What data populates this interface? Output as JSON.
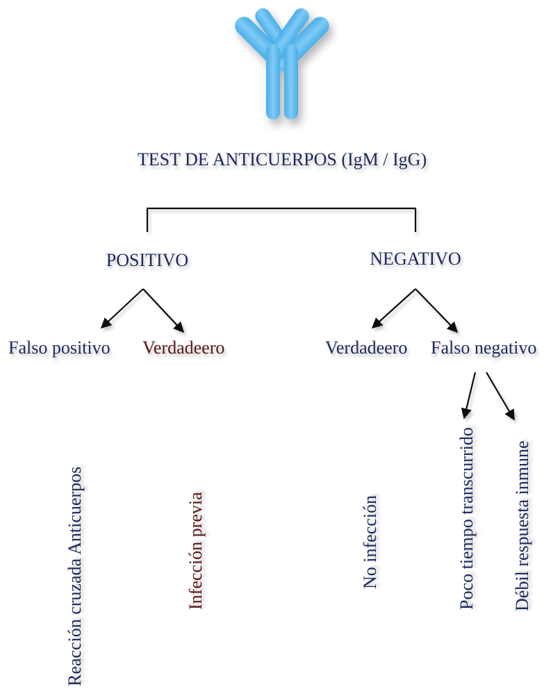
{
  "colors": {
    "text_primary": "#1f2a5c",
    "text_accent": "#5a1616",
    "arrow": "#111111",
    "antibody_fill": "#5ab8f0",
    "antibody_highlight": "#a9dcfb"
  },
  "icon": "antibody-icon",
  "root": {
    "label": "TEST DE ANTICUERPOS (IgM / IgG)"
  },
  "branches": {
    "positive": {
      "label": "POSITIVO",
      "false_label": "Falso positivo",
      "true_label": "Verdadeero",
      "false_outcome": "Reacción cruzada Anticuerpos",
      "true_outcome": "Infección previa"
    },
    "negative": {
      "label": "NEGATIVO",
      "true_label": "Verdadeero",
      "false_label": "Falso negativo",
      "true_outcome": "No infección",
      "false_outcome_1": "Poco tiempo transcurrido",
      "false_outcome_2": "Débil respuesta inmune"
    }
  }
}
